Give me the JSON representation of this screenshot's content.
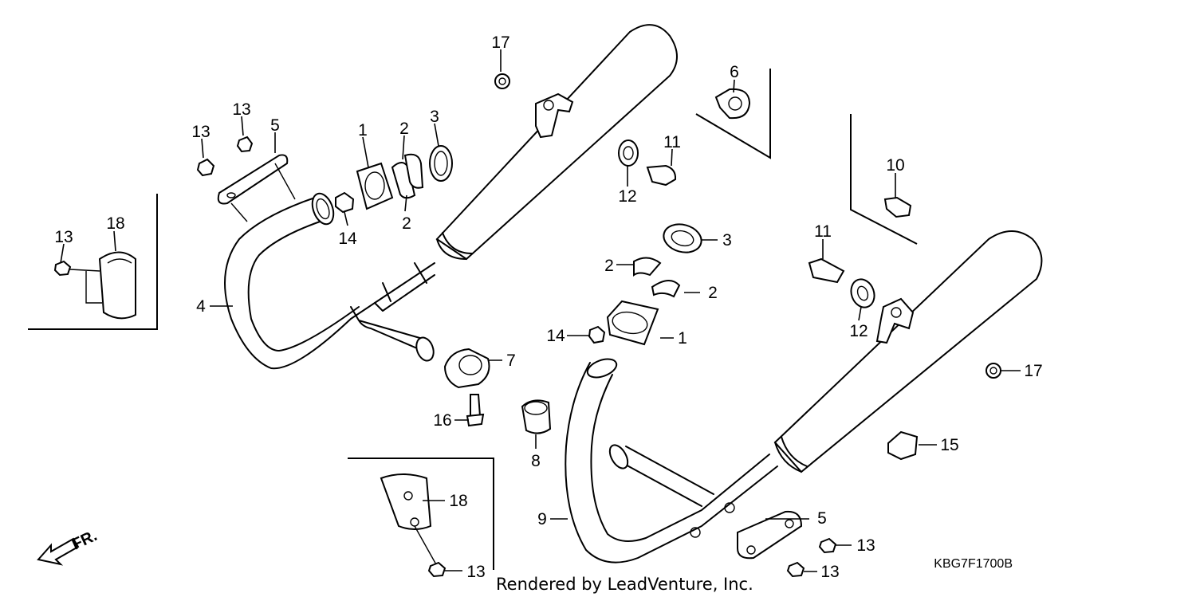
{
  "callouts": {
    "c1a": "1",
    "c1b": "1",
    "c2a": "2",
    "c2b": "2",
    "c2c": "2",
    "c2d": "2",
    "c3a": "3",
    "c3b": "3",
    "c4": "4",
    "c5a": "5",
    "c5b": "5",
    "c6": "6",
    "c7": "7",
    "c8": "8",
    "c9": "9",
    "c10": "10",
    "c11a": "11",
    "c11b": "11",
    "c12a": "12",
    "c12b": "12",
    "c13a": "13",
    "c13b": "13",
    "c13c": "13",
    "c13d": "13",
    "c13e": "13",
    "c13f": "13",
    "c14a": "14",
    "c14b": "14",
    "c15": "15",
    "c16": "16",
    "c17a": "17",
    "c17b": "17",
    "c18a": "18",
    "c18b": "18"
  },
  "diagram_code": "KBG7F1700B",
  "credit": "Rendered by LeadVenture, Inc.",
  "direction_label": "FR."
}
